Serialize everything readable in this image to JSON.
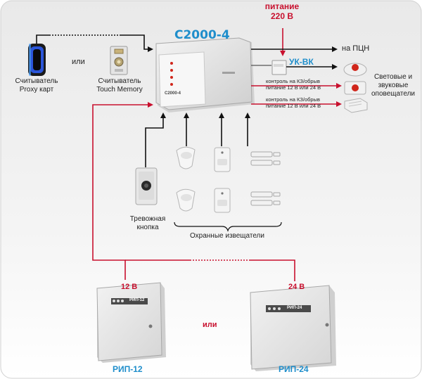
{
  "controller": {
    "name": "С2000-4",
    "panel_label": "С2000-4"
  },
  "power": {
    "line1": "питание",
    "line2": "220 В"
  },
  "pcn": "на ПЦН",
  "relay": "УК-ВК",
  "readers": {
    "proxy": {
      "line1": "Считыватель",
      "line2": "Proxy карт"
    },
    "or": "или",
    "touch": {
      "line1": "Считыватель",
      "line2": "Touch Memory"
    }
  },
  "signal_outputs": [
    {
      "line1": "контроль на КЗ/обрыв",
      "line2": "питание 12 В или 24 В"
    },
    {
      "line1": "контроль на КЗ/обрыв",
      "line2": "питание 12 В или 24 В"
    }
  ],
  "annunciators": {
    "line1": "Световые и",
    "line2": "звуковые",
    "line3": "оповещатели"
  },
  "alarm_button": {
    "line1": "Тревожная",
    "line2": "кнопка"
  },
  "detectors": "Охранные извещатели",
  "psu": {
    "a": {
      "voltage": "12 В",
      "name": "РИП-12",
      "panel": "РИП-12"
    },
    "or": "или",
    "b": {
      "voltage": "24 В",
      "name": "РИП-24",
      "panel": "РИП-24"
    }
  }
}
